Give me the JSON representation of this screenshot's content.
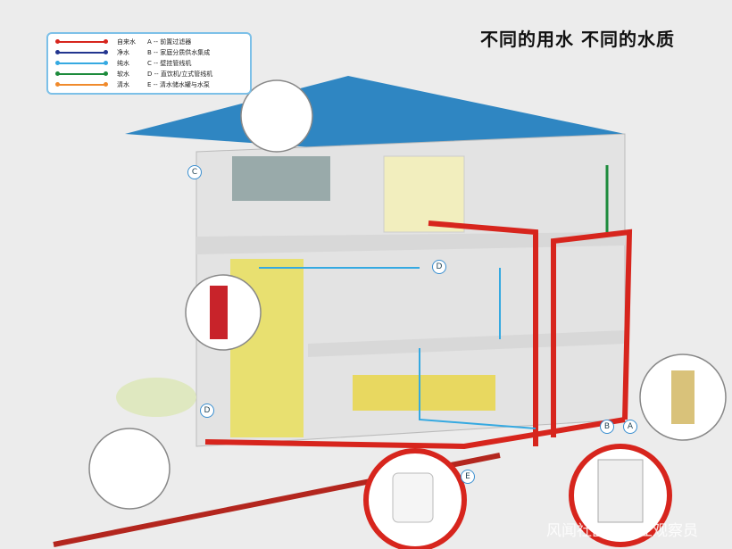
{
  "title": "不同的用水 不同的水质",
  "legend": {
    "lines": [
      {
        "name": "自来水",
        "color": "#d7251d"
      },
      {
        "name": "净水",
        "color": "#23358f"
      },
      {
        "name": "纯水",
        "color": "#35a9e1"
      },
      {
        "name": "软水",
        "color": "#1d8b3c"
      },
      {
        "name": "清水",
        "color": "#f08a2c"
      }
    ],
    "devices": [
      "A -- 前置过滤器",
      "B -- 家庭分质供水集成",
      "C -- 壁挂管线机",
      "D -- 直饮机/立式管线机",
      "E -- 清水储水罐与水泵"
    ]
  },
  "badges": {
    "a": "A",
    "b": "B",
    "c": "C",
    "d1": "D",
    "d2": "D",
    "e": "E"
  },
  "watermark": "风闻社区@行业观察员"
}
